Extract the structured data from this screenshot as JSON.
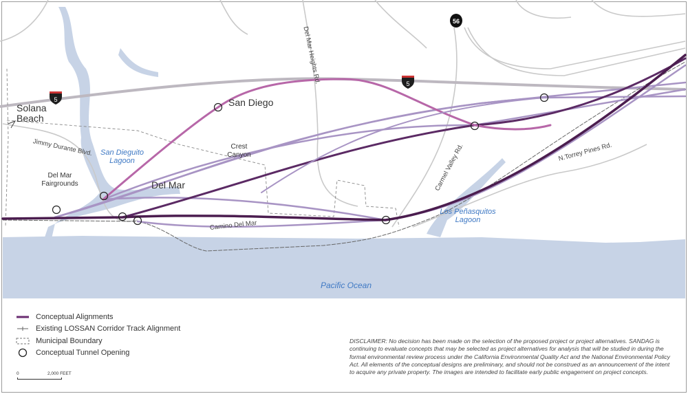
{
  "places": {
    "solana_beach": "Solana Beach",
    "san_diego": "San Diego",
    "del_mar": "Del Mar",
    "del_mar_fairgrounds": "Del Mar Fairgrounds",
    "crest_canyon": "Crest Canyon"
  },
  "water": {
    "san_dieguito": "San Dieguito Lagoon",
    "los_penasquitos": "Los Peñasquitos Lagoon",
    "pacific": "Pacific Ocean"
  },
  "roads": {
    "jimmy_durante": "Jimmy Durante Blvd.",
    "del_mar_heights": "Del Mar Heights Rd.",
    "carmel_valley": "Carmel Valley Rd.",
    "torrey_pines": "N.Torrey Pines Rd.",
    "camino_del_mar": "Camino Del Mar"
  },
  "shields": {
    "i5_west": "5",
    "i5_east": "5",
    "sr56": "56"
  },
  "legend": {
    "items": [
      {
        "label": "Conceptual Alignments",
        "icon": "alignment-line-icon"
      },
      {
        "label": "Existing LOSSAN Corridor Track Alignment",
        "icon": "track-line-icon"
      },
      {
        "label": "Municipal Boundary",
        "icon": "dashed-box-icon"
      },
      {
        "label": "Conceptual Tunnel Opening",
        "icon": "circle-icon"
      }
    ],
    "scale_start": "0",
    "scale_end": "2,000 FEET"
  },
  "disclaimer": "DISCLAIMER: No decision has been made on the selection of the proposed project or project alternatives. SANDAG is continuing to evaluate concepts that may be selected as project alternatives for analysis that will be studied in during the formal environmental review process under the California Environmental Quality Act and the National Environmental Policy Act. All elements of the conceptual designs are preliminary, and should not be construed as an announcement of the intent to acquire any private property. The images are intended to facilitate early public engagement on project concepts.",
  "colors": {
    "alignment_dark": "#4b1d4f",
    "alignment_light": "#9b86bd",
    "alignment_pink": "#b767a8",
    "water": "#c7d3e6",
    "road": "#c4c4c4"
  }
}
